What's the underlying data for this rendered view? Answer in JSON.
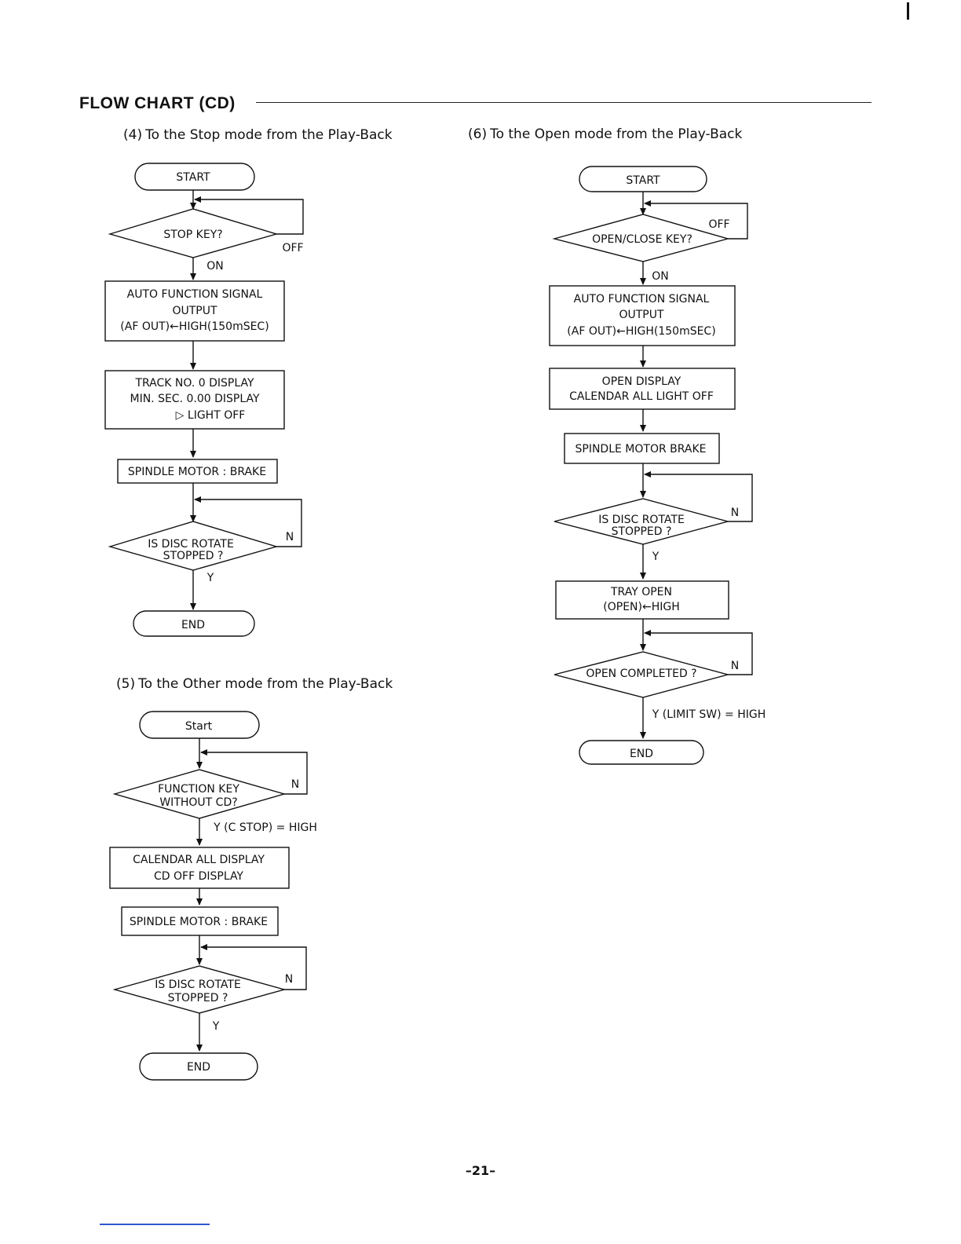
{
  "page": {
    "title": "FLOW CHART (CD)",
    "page_number": "–21–"
  },
  "flow4": {
    "num": "(4)",
    "heading": "To the Stop mode from the Play-Back",
    "start": "START",
    "decision1": "STOP KEY?",
    "decision1_no": "OFF",
    "decision1_yes": "ON",
    "box1": [
      "AUTO FUNCTION SIGNAL",
      "OUTPUT",
      "(AF OUT)←HIGH(150mSEC)"
    ],
    "box2": [
      "TRACK NO. 0 DISPLAY",
      "MIN. SEC. 0.00 DISPLAY",
      "▷ LIGHT OFF"
    ],
    "box3": "SPINDLE MOTOR : BRAKE",
    "decision2": [
      "IS DISC ROTATE",
      "STOPPED ?"
    ],
    "decision2_no": "N",
    "decision2_yes": "Y",
    "end": "END"
  },
  "flow5": {
    "num": "(5)",
    "heading": "To the Other mode from the Play-Back",
    "start": "Start",
    "decision1": [
      "FUNCTION KEY",
      "WITHOUT CD?"
    ],
    "decision1_no": "N",
    "decision1_yes": "Y (C STOP) = HIGH",
    "box1": [
      "CALENDAR ALL DISPLAY",
      "CD OFF DISPLAY"
    ],
    "box2": "SPINDLE MOTOR : BRAKE",
    "decision2": [
      "IS DISC ROTATE",
      "STOPPED ?"
    ],
    "decision2_no": "N",
    "decision2_yes": "Y",
    "end": "END"
  },
  "flow6": {
    "num": "(6)",
    "heading": "To the Open mode from the Play-Back",
    "start": "START",
    "decision1": "OPEN/CLOSE KEY?",
    "decision1_no": "OFF",
    "decision1_yes": "ON",
    "box1": [
      "AUTO FUNCTION SIGNAL",
      "OUTPUT",
      "(AF OUT)←HIGH(150mSEC)"
    ],
    "box2": [
      "OPEN DISPLAY",
      "CALENDAR ALL LIGHT OFF"
    ],
    "box3": "SPINDLE MOTOR BRAKE",
    "decision2": [
      "IS DISC ROTATE",
      "STOPPED ?"
    ],
    "decision2_no": "N",
    "decision2_yes": "Y",
    "box4": [
      "TRAY OPEN",
      "(OPEN)←HIGH"
    ],
    "decision3": "OPEN COMPLETED ?",
    "decision3_no": "N",
    "decision3_yes": "Y (LIMIT SW) = HIGH",
    "end": "END"
  }
}
